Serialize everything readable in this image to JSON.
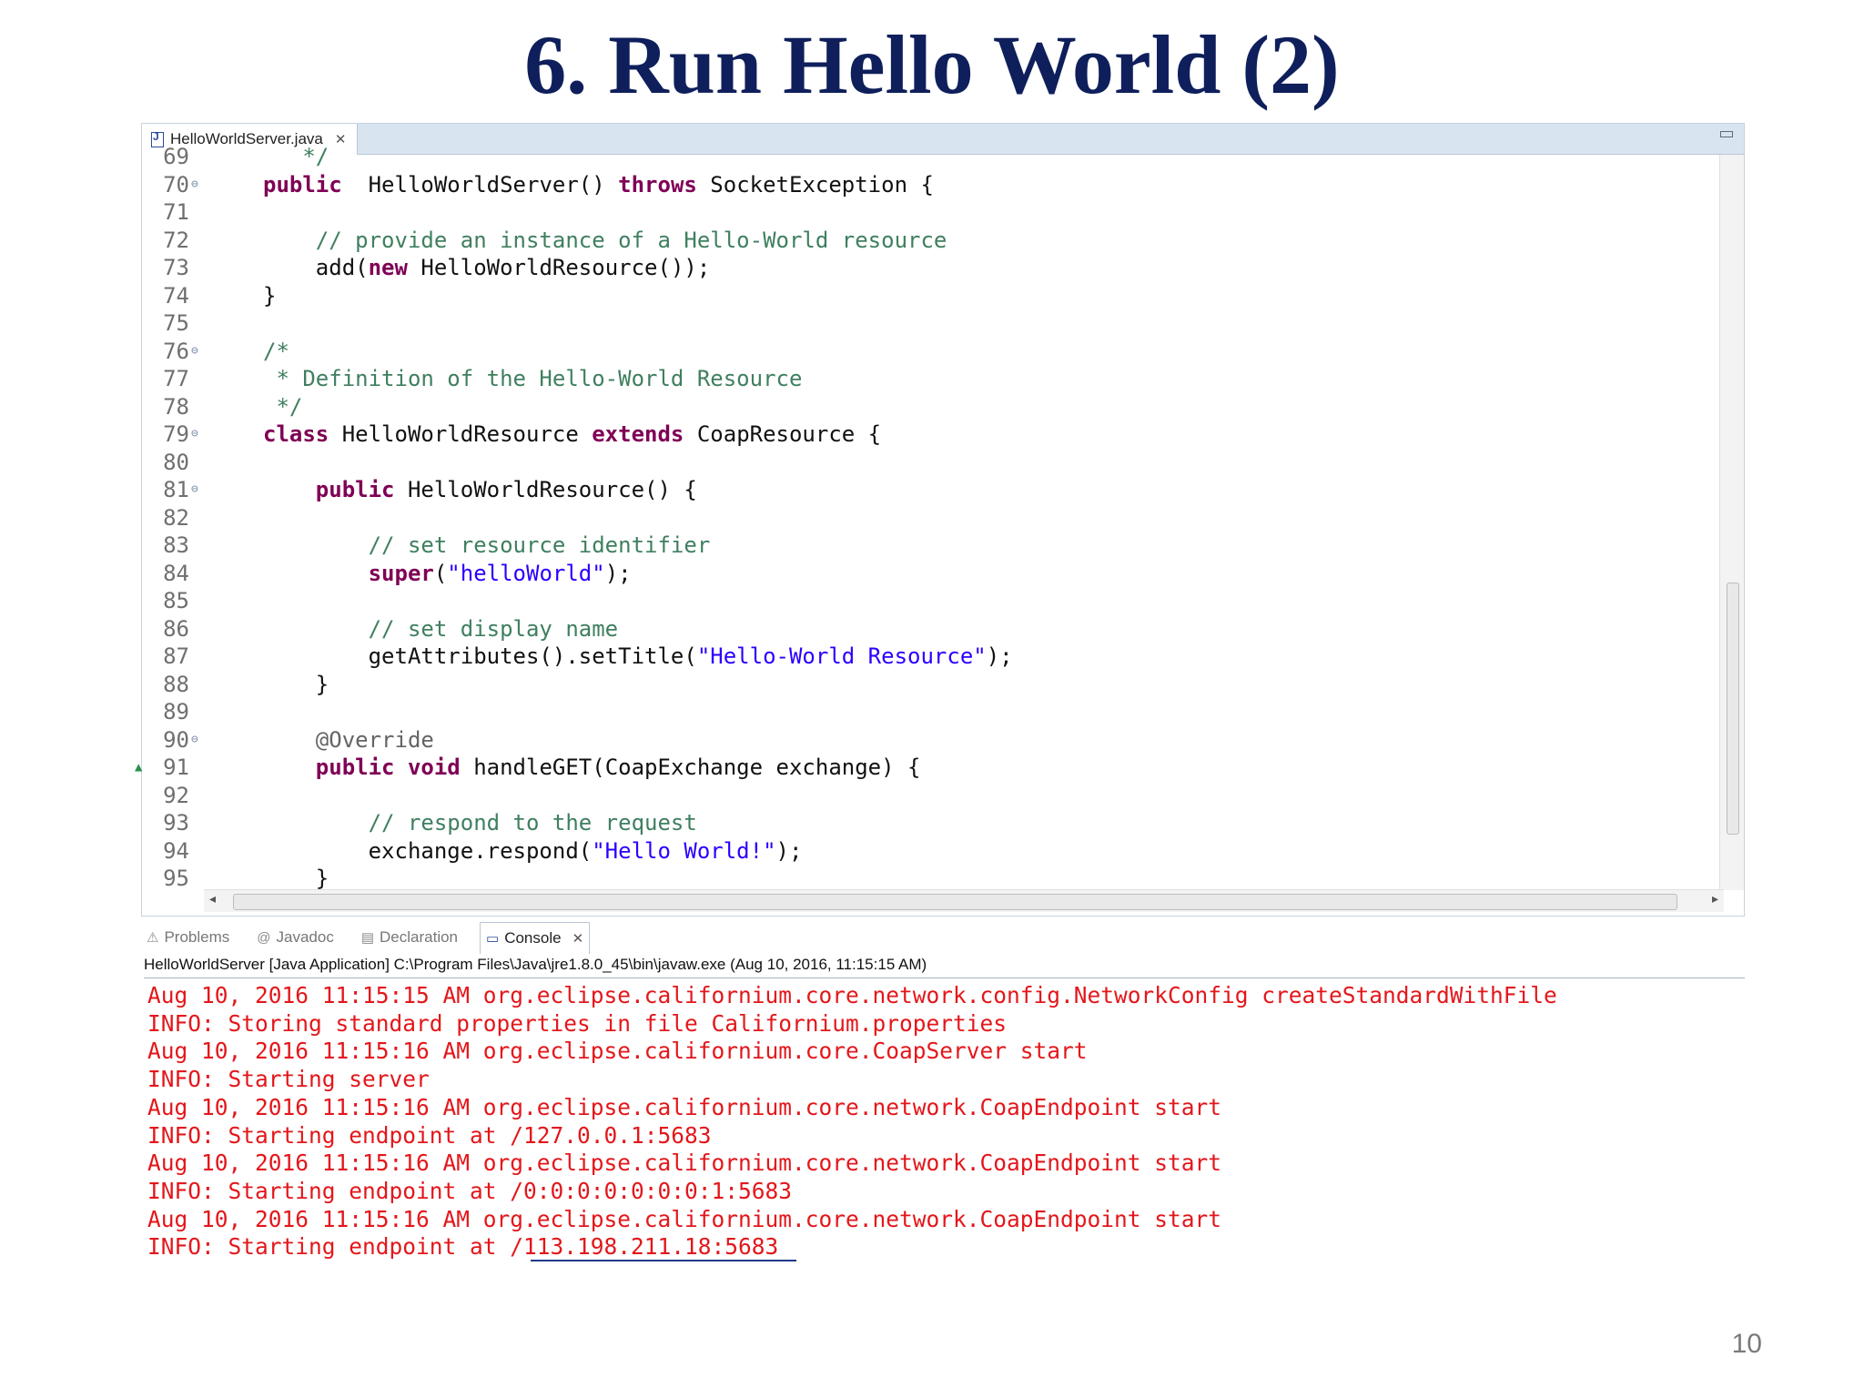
{
  "slide": {
    "title": "6. Run Hello World (2)",
    "page_number": "10"
  },
  "editor": {
    "tab_label": "HelloWorldServer.java",
    "lines": [
      {
        "n": "69",
        "parts": [
          [
            "cm",
            "   */"
          ]
        ]
      },
      {
        "n": "70",
        "fold": true,
        "parts": [
          [
            "kw",
            "public"
          ],
          [
            "",
            "  HelloWorldServer() "
          ],
          [
            "kw",
            "throws"
          ],
          [
            "",
            " SocketException {"
          ]
        ]
      },
      {
        "n": "71",
        "parts": []
      },
      {
        "n": "72",
        "parts": [
          [
            "cm",
            "    // provide an instance of a Hello-World resource"
          ]
        ]
      },
      {
        "n": "73",
        "parts": [
          [
            "",
            "    add("
          ],
          [
            "kw",
            "new"
          ],
          [
            "",
            " HelloWorldResource());"
          ]
        ]
      },
      {
        "n": "74",
        "parts": [
          [
            "",
            "}"
          ]
        ]
      },
      {
        "n": "75",
        "parts": []
      },
      {
        "n": "76",
        "fold": true,
        "parts": [
          [
            "cm",
            "/*"
          ]
        ]
      },
      {
        "n": "77",
        "parts": [
          [
            "cm",
            " * Definition of the Hello-World Resource"
          ]
        ]
      },
      {
        "n": "78",
        "parts": [
          [
            "cm",
            " */"
          ]
        ]
      },
      {
        "n": "79",
        "fold": true,
        "parts": [
          [
            "kw",
            "class"
          ],
          [
            "",
            " HelloWorldResource "
          ],
          [
            "kw",
            "extends"
          ],
          [
            "",
            " CoapResource {"
          ]
        ]
      },
      {
        "n": "80",
        "parts": []
      },
      {
        "n": "81",
        "fold": true,
        "parts": [
          [
            "",
            "    "
          ],
          [
            "kw",
            "public"
          ],
          [
            "",
            " HelloWorldResource() {"
          ]
        ]
      },
      {
        "n": "82",
        "parts": []
      },
      {
        "n": "83",
        "parts": [
          [
            "cm",
            "        // set resource identifier"
          ]
        ]
      },
      {
        "n": "84",
        "parts": [
          [
            "",
            "        "
          ],
          [
            "kw",
            "super"
          ],
          [
            "",
            "("
          ],
          [
            "st",
            "\"helloWorld\""
          ],
          [
            "",
            ");"
          ]
        ]
      },
      {
        "n": "85",
        "parts": []
      },
      {
        "n": "86",
        "parts": [
          [
            "cm",
            "        // set display name"
          ]
        ]
      },
      {
        "n": "87",
        "parts": [
          [
            "",
            "        getAttributes().setTitle("
          ],
          [
            "st",
            "\"Hello-World Resource\""
          ],
          [
            "",
            ");"
          ]
        ]
      },
      {
        "n": "88",
        "parts": [
          [
            "",
            "    }"
          ]
        ]
      },
      {
        "n": "89",
        "parts": []
      },
      {
        "n": "90",
        "fold": true,
        "parts": [
          [
            "an",
            "    @Override"
          ]
        ]
      },
      {
        "n": "91",
        "override": true,
        "parts": [
          [
            "",
            "    "
          ],
          [
            "kw",
            "public"
          ],
          [
            "",
            " "
          ],
          [
            "kw",
            "void"
          ],
          [
            "",
            " handleGET(CoapExchange exchange) {"
          ]
        ]
      },
      {
        "n": "92",
        "parts": []
      },
      {
        "n": "93",
        "parts": [
          [
            "cm",
            "        // respond to the request"
          ]
        ]
      },
      {
        "n": "94",
        "parts": [
          [
            "",
            "        exchange.respond("
          ],
          [
            "st",
            "\"Hello World!\""
          ],
          [
            "",
            ");"
          ]
        ]
      },
      {
        "n": "95",
        "parts": [
          [
            "",
            "    }"
          ]
        ]
      }
    ]
  },
  "views": {
    "tabs": [
      {
        "label": "Problems",
        "icon": "problems-icon",
        "glyph": "⚠",
        "active": false
      },
      {
        "label": "Javadoc",
        "icon": "javadoc-icon",
        "glyph": "@",
        "active": false
      },
      {
        "label": "Declaration",
        "icon": "declaration-icon",
        "glyph": "▤",
        "active": false
      },
      {
        "label": "Console",
        "icon": "console-icon",
        "glyph": "▭",
        "active": true
      }
    ]
  },
  "console": {
    "header": "HelloWorldServer [Java Application] C:\\Program Files\\Java\\jre1.8.0_45\\bin\\javaw.exe (Aug 10, 2016, 11:15:15 AM)",
    "lines": [
      "Aug 10, 2016 11:15:15 AM org.eclipse.californium.core.network.config.NetworkConfig createStandardWithFile",
      "INFO: Storing standard properties in file Californium.properties",
      "Aug 10, 2016 11:15:16 AM org.eclipse.californium.core.CoapServer start",
      "INFO: Starting server",
      "Aug 10, 2016 11:15:16 AM org.eclipse.californium.core.network.CoapEndpoint start",
      "INFO: Starting endpoint at /127.0.0.1:5683",
      "Aug 10, 2016 11:15:16 AM org.eclipse.californium.core.network.CoapEndpoint start",
      "INFO: Starting endpoint at /0:0:0:0:0:0:0:1:5683",
      "Aug 10, 2016 11:15:16 AM org.eclipse.californium.core.network.CoapEndpoint start",
      "INFO: Starting endpoint at /113.198.211.18:5683"
    ]
  },
  "colors": {
    "title": "#0f1f5c",
    "keyword": "#7f0055",
    "comment": "#3f7f5f",
    "string": "#2a00ff",
    "console_text": "#e3171b"
  }
}
